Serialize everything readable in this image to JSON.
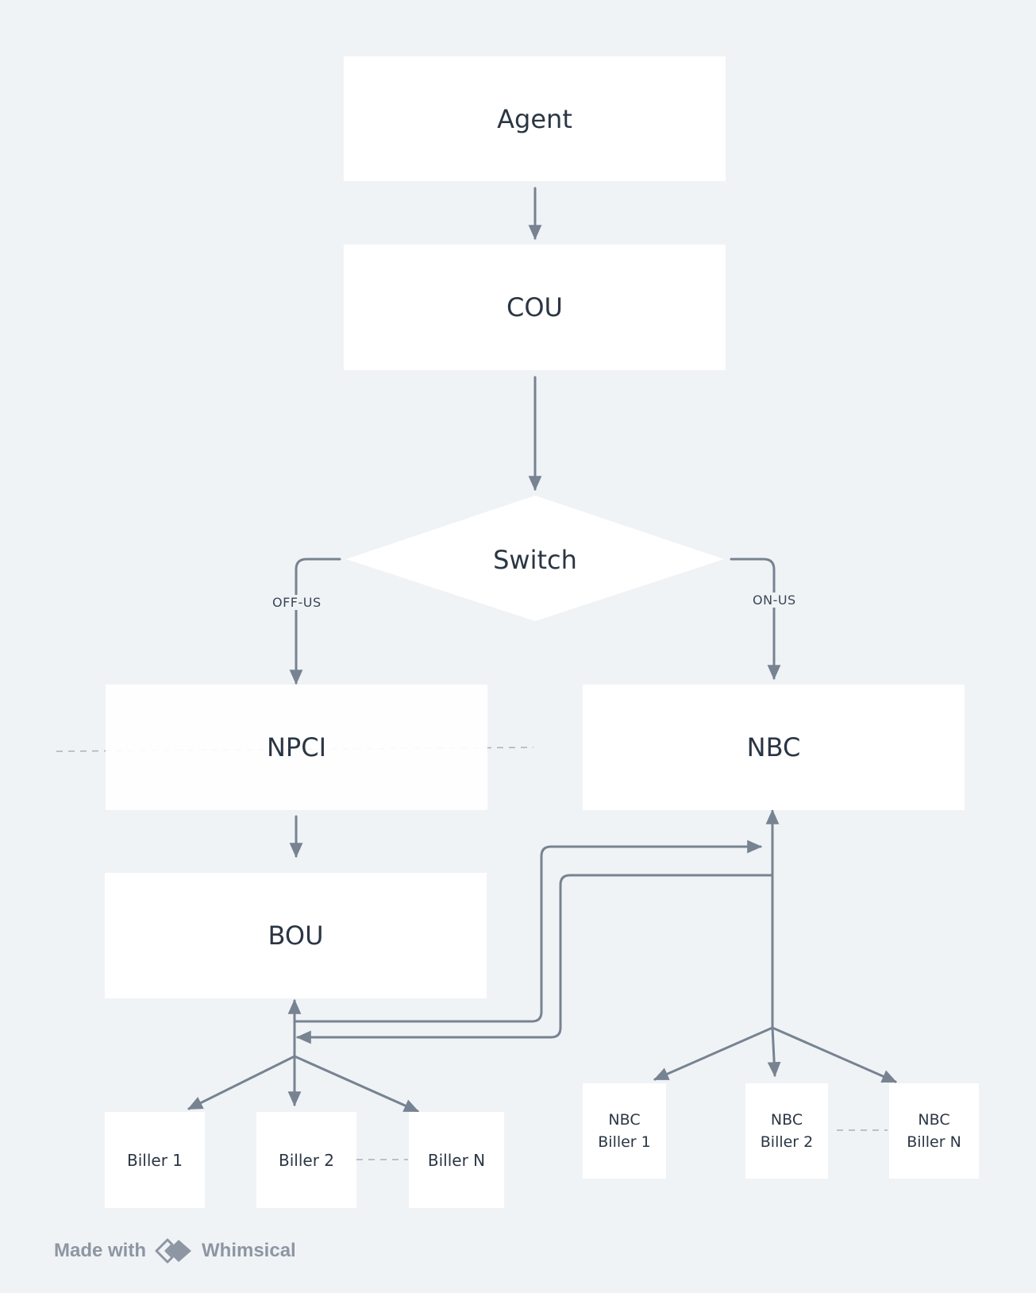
{
  "nodes": {
    "agent": "Agent",
    "cou": "COU",
    "switch": "Switch",
    "npci": "NPCI",
    "nbc": "NBC",
    "bou": "BOU",
    "biller_1": "Biller 1",
    "biller_2": "Biller 2",
    "biller_n": "Biller N",
    "nbc_biller_1": [
      "NBC",
      "Biller 1"
    ],
    "nbc_biller_2": [
      "NBC",
      "Biller 2"
    ],
    "nbc_biller_n": [
      "NBC",
      "Biller N"
    ]
  },
  "edge_labels": {
    "off_us": "OFF-US",
    "on_us": "ON-US"
  },
  "footer": {
    "made_with": "Made with",
    "brand": "Whimsical"
  },
  "colors": {
    "background": "#f0f3f6",
    "node_fill": "#ffffff",
    "connector": "#778391",
    "dashed": "#a7b0ba",
    "text": "#2b3644",
    "footer_text": "#8d96a2"
  }
}
